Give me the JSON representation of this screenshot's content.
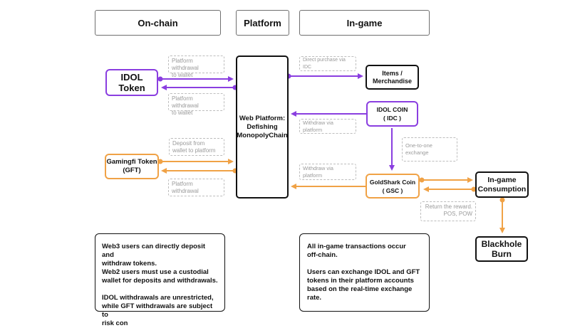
{
  "headers": {
    "onchain": "On-chain",
    "platform": "Platform",
    "ingame": "In-game"
  },
  "nodes": {
    "idol_token": "IDOL Token",
    "gamingfi_token": "Gamingfi Token\n(GFT)",
    "web_platform": "Web Platform:\nDefishing\nMonopolyChain",
    "items": "Items /\nMerchandise",
    "idol_coin": "IDOL  COIN\n( IDC )",
    "goldshark_coin": "GoldShark Coin\n( GSC )",
    "ingame_consumption": "In-game\nConsumption",
    "blackhole_burn": "Blackhole\nBurn"
  },
  "labels": {
    "platform_withdrawal_top": "Platform withdrawal\nto wallet",
    "platform_withdrawal_bottom": "Platform withdrawal\nto wallet",
    "deposit_from_wallet": "Deposit from\nwallet to platform",
    "platform_withdrawal_gft": "Platform withdrawal",
    "direct_purchase": "Direct purchase via IDC",
    "withdraw_via_platform_1": "Withdraw via platform",
    "one_to_one": "One-to-one exchange",
    "withdraw_via_platform_2": "Withdraw via platform",
    "return_reward": "Return the reward.\nPOS, POW"
  },
  "notes": {
    "left": "Web3 users can directly deposit and\nwithdraw tokens.\nWeb2 users must use a custodial\nwallet for deposits and withdrawals.\n\nIDOL withdrawals are unrestricted,\nwhile GFT withdrawals are subject to\nrisk con",
    "right": "All in-game transactions occur\noff-chain.\n\nUsers can exchange IDOL and GFT\ntokens in their platform accounts\nbased on the real-time exchange\nrate."
  },
  "colors": {
    "purple": "#8a3ee0",
    "orange": "#f0a246",
    "dash_border": "#bdbdbd"
  }
}
